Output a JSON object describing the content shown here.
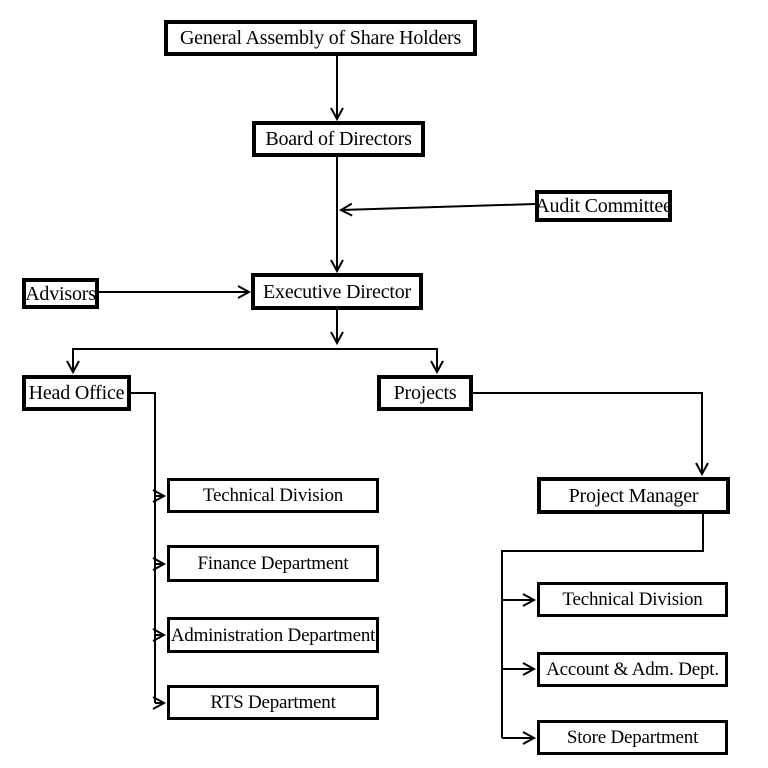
{
  "diagram": {
    "type": "org-chart",
    "colors": {
      "background": "#ffffff",
      "box_fill": "#ffffff",
      "box_border": "#000000",
      "line": "#000000",
      "text": "#000000"
    },
    "nodes": {
      "general_assembly": {
        "label": "General Assembly of Share Holders"
      },
      "board_of_directors": {
        "label": "Board of Directors"
      },
      "audit_committee": {
        "label": "Audit Committee"
      },
      "advisors": {
        "label": "Advisors"
      },
      "executive_director": {
        "label": "Executive Director"
      },
      "head_office": {
        "label": "Head Office"
      },
      "projects": {
        "label": "Projects"
      },
      "technical_division_ho": {
        "label": "Technical Division"
      },
      "finance_department": {
        "label": "Finance Department"
      },
      "administration_dept": {
        "label": "Administration Department"
      },
      "rts_department": {
        "label": "RTS Department"
      },
      "project_manager": {
        "label": "Project Manager"
      },
      "technical_division_pm": {
        "label": "Technical Division"
      },
      "account_adm_dept": {
        "label": "Account & Adm. Dept."
      },
      "store_department": {
        "label": "Store Department"
      }
    },
    "edges": [
      {
        "from": "general_assembly",
        "to": "board_of_directors",
        "style": "arrow"
      },
      {
        "from": "board_of_directors",
        "to": "executive_director",
        "style": "arrow"
      },
      {
        "from": "audit_committee",
        "to": "board_to_executive_line",
        "style": "arrow"
      },
      {
        "from": "advisors",
        "to": "executive_director",
        "style": "arrow"
      },
      {
        "from": "executive_director",
        "to": "head_office",
        "style": "arrow"
      },
      {
        "from": "executive_director",
        "to": "projects",
        "style": "arrow"
      },
      {
        "from": "head_office",
        "to": "technical_division_ho",
        "style": "arrow"
      },
      {
        "from": "head_office",
        "to": "finance_department",
        "style": "arrow"
      },
      {
        "from": "head_office",
        "to": "administration_dept",
        "style": "arrow"
      },
      {
        "from": "head_office",
        "to": "rts_department",
        "style": "arrow"
      },
      {
        "from": "projects",
        "to": "project_manager",
        "style": "arrow"
      },
      {
        "from": "project_manager",
        "to": "technical_division_pm",
        "style": "arrow"
      },
      {
        "from": "project_manager",
        "to": "account_adm_dept",
        "style": "arrow"
      },
      {
        "from": "project_manager",
        "to": "store_department",
        "style": "arrow"
      }
    ]
  }
}
